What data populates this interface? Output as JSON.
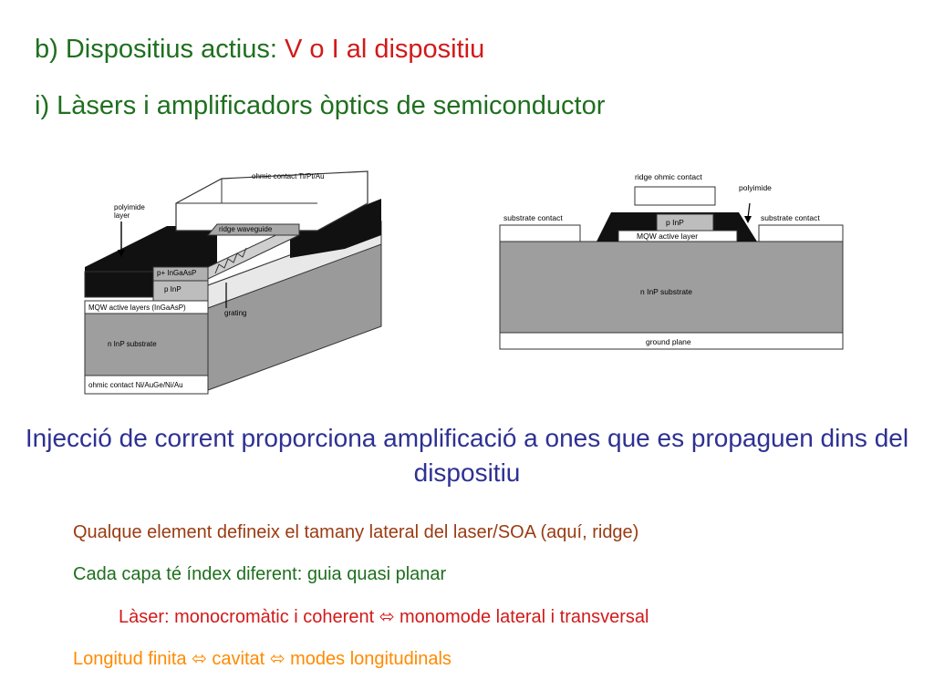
{
  "title": {
    "part1": "b) Dispositius actius: ",
    "part2": "V o I al dispositiu"
  },
  "subtitle": "i) Làsers i amplificadors òptics de semiconductor",
  "figure_left": {
    "labels": {
      "ohmic_top": "ohmic contact Ti/Pt/Au",
      "polyimide": "polyimide",
      "layer": "layer",
      "ridge_waveguide": "ridge waveguide",
      "p_plus": "p+ InGaAsP",
      "p_inp": "p InP",
      "mqw": "MQW  active layers (InGaAsP)",
      "grating": "grating",
      "substrate": "n InP substrate",
      "ohmic_bottom": "ohmic contact Ni/AuGe/Ni/Au"
    }
  },
  "figure_right": {
    "labels": {
      "ridge_ohmic": "ridge ohmic contact",
      "polyimide": "polyimide",
      "substrate_contact_left": "substrate contact",
      "substrate_contact_right": "substrate contact",
      "p_inp": "p InP",
      "mqw": "MQW  active layer",
      "substrate": "n InP  substrate",
      "ground": "ground plane"
    }
  },
  "center_note": "Injecció de corrent proporciona amplificació a ones que es propaguen dins del dispositiu",
  "bullets": {
    "b1": "Qualque element defineix el tamany lateral del laser/SOA (aquí, ridge)",
    "b2": "Cada capa té índex diferent: guia quasi planar",
    "b3_a": "Làser: monocromàtic i coherent ",
    "b3_b": " monomode lateral i transversal",
    "b4_a": "Longitud finita ",
    "b4_b": " cavitat ",
    "b4_c": " modes longitudinals"
  },
  "arrow_symbol": "⬄",
  "colors": {
    "green": "#1f6f1f",
    "red": "#d11a1a",
    "blue": "#2e3192",
    "brown": "#9a3b12",
    "orange": "#ff8a00"
  }
}
